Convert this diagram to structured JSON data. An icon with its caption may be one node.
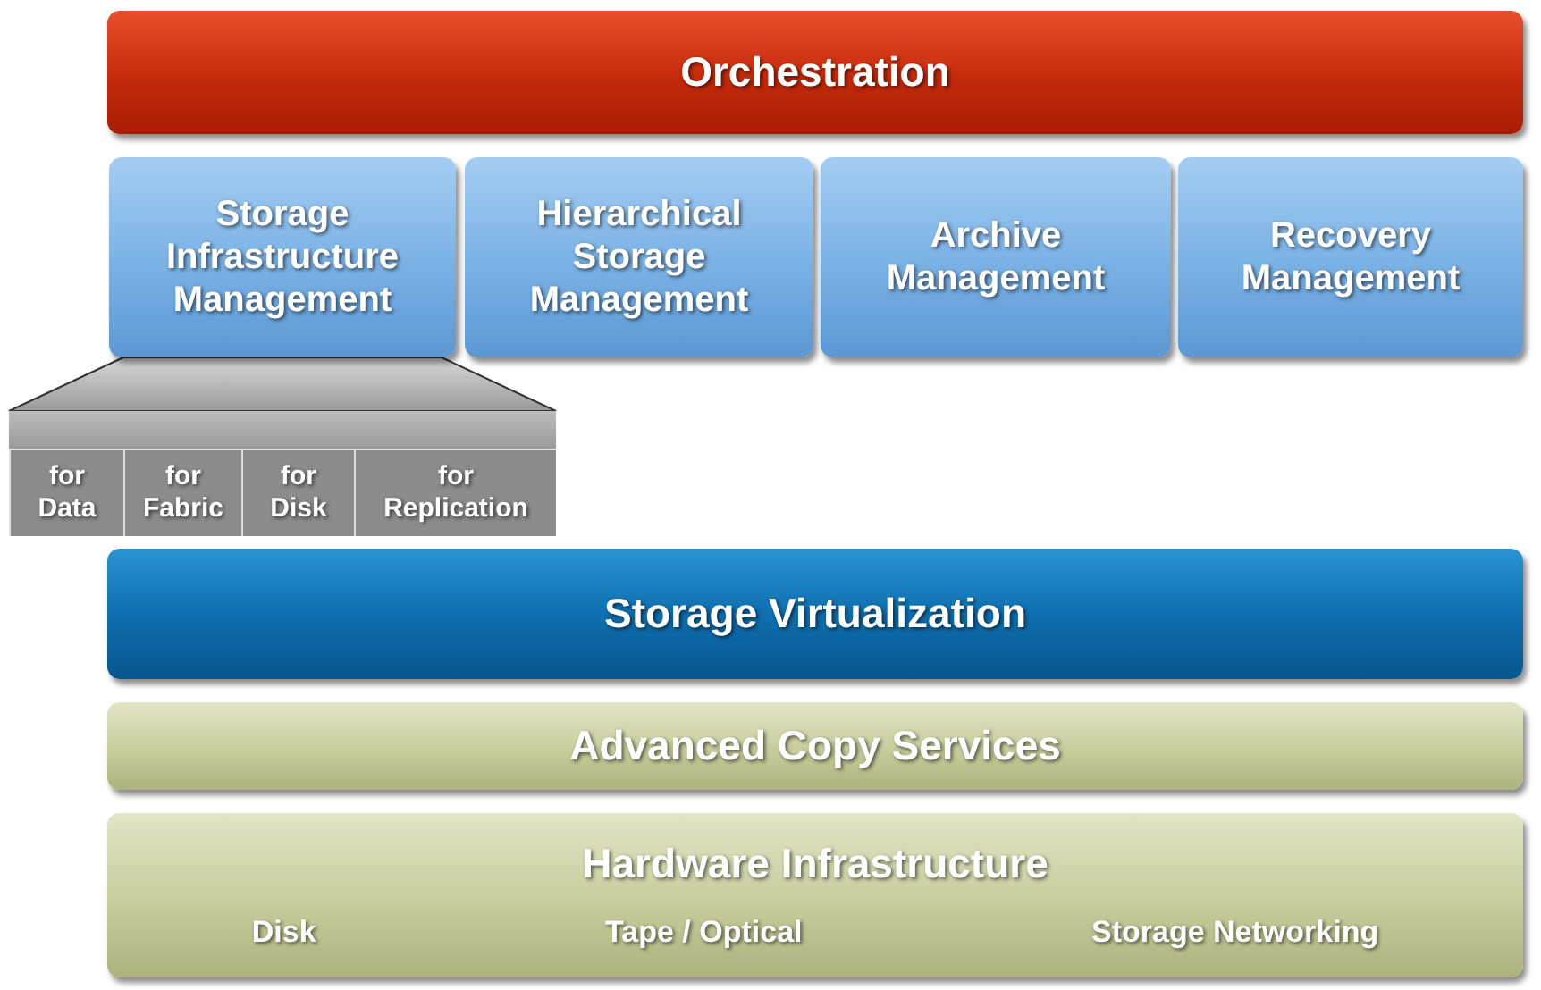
{
  "diagram": {
    "nodes": [
      {
        "text": [
          "Orchestration"
        ]
      },
      {
        "text": [
          "Storage Infrastructure Management"
        ]
      },
      {
        "text": [
          "Hierarchical Storage Management"
        ]
      },
      {
        "text": [
          "Archive Management"
        ]
      },
      {
        "text": [
          "Recovery Management"
        ]
      },
      {
        "text": [],
        "shape": "box"
      },
      {
        "text": [
          "for Data"
        ],
        "in": 5
      },
      {
        "text": [
          "for Fabric"
        ],
        "in": 5
      },
      {
        "text": [
          "for Disk"
        ],
        "in": 5
      },
      {
        "text": [
          "for Replication"
        ],
        "in": 5
      },
      {
        "text": [
          "Storage Virtualization"
        ]
      },
      {
        "text": [
          "Advanced Copy Services"
        ]
      },
      {
        "text": [
          "Hardware Infrastructure",
          "Disk",
          "Tape / Optical",
          "Storage Networking"
        ]
      }
    ],
    "edges": [
      {
        "from": 1,
        "to": 5,
        "arrow": "none"
      }
    ]
  }
}
